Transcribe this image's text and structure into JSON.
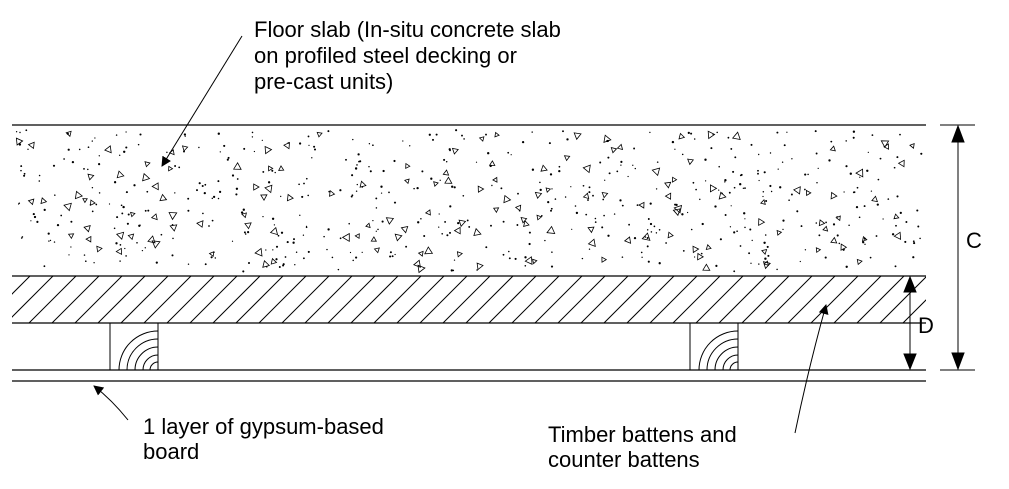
{
  "labels": {
    "floor_slab": {
      "line1": "Floor slab (In-situ concrete slab",
      "line2": "on profiled steel decking or",
      "line3": "pre-cast units)"
    },
    "gypsum_board": {
      "line1": "1 layer of gypsum-based",
      "line2": "board"
    },
    "battens": {
      "line1": "Timber battens and",
      "line2": "counter battens"
    }
  },
  "dimensions": {
    "slab_total": "C",
    "batten_depth": "D"
  },
  "colors": {
    "line": "#000000",
    "background": "#ffffff"
  }
}
